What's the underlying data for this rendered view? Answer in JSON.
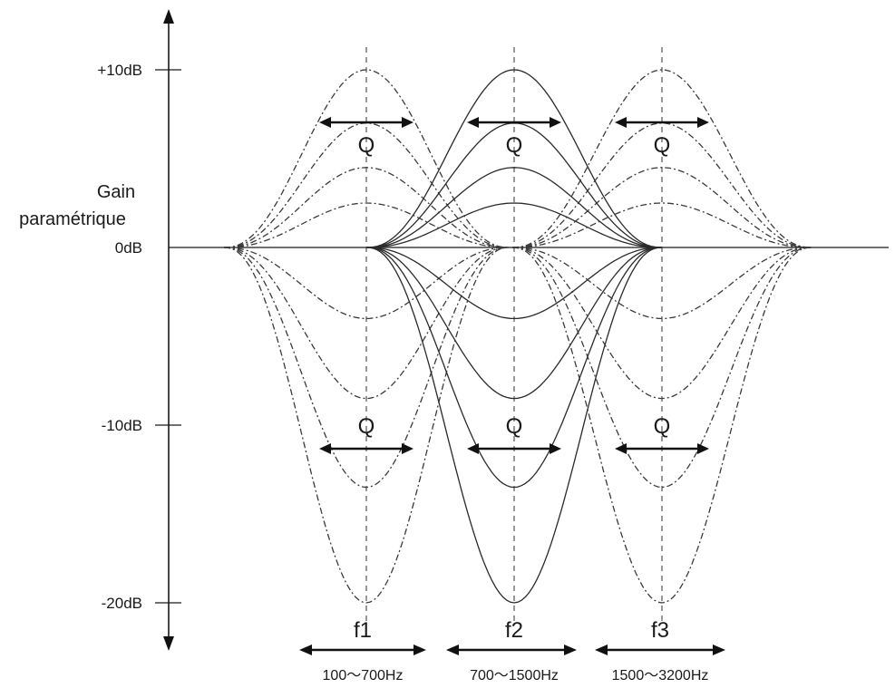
{
  "y_axis": {
    "title_line1": "Gain",
    "title_line2": "paramétrique",
    "ticks": [
      {
        "label": "+10dB",
        "value": 10
      },
      {
        "label": "0dB",
        "value": 0
      },
      {
        "label": "-10dB",
        "value": -10
      },
      {
        "label": "-20dB",
        "value": -20
      }
    ]
  },
  "q_label": "Q",
  "bands": [
    {
      "name": "f1",
      "range": "100～700Hz",
      "style": "dashed"
    },
    {
      "name": "f2",
      "range": "700～1500Hz",
      "style": "solid"
    },
    {
      "name": "f3",
      "range": "1500～3200Hz",
      "style": "dashed"
    }
  ],
  "curve_gains_db": [
    10,
    7,
    4.5,
    2.5,
    -4,
    -8.5,
    -13.5,
    -20
  ]
}
